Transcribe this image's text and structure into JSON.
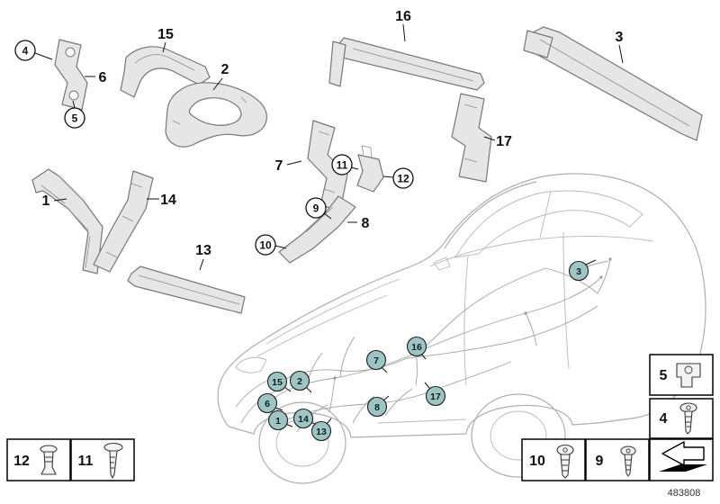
{
  "footer": {
    "diagram_number": "483808"
  },
  "parts": {
    "p1": "1",
    "p2": "2",
    "p3": "3",
    "p6": "6",
    "p7": "7",
    "p8": "8",
    "p13": "13",
    "p14": "14",
    "p15": "15",
    "p16": "16",
    "p17": "17"
  },
  "circled": {
    "c4": "4",
    "c5": "5",
    "c9": "9",
    "c10": "10",
    "c11": "11",
    "c12": "12"
  },
  "car": {
    "k1": "1",
    "k2": "2",
    "k3": "3",
    "k6": "6",
    "k7": "7",
    "k8": "8",
    "k13": "13",
    "k14": "14",
    "k15": "15",
    "k16": "16",
    "k17": "17"
  },
  "legend": {
    "b12": "12",
    "b11": "11",
    "b10": "10",
    "b9": "9",
    "b5": "5",
    "b4": "4"
  },
  "icons": {
    "box12": "expansion-rivet",
    "box11": "self-tapping-screw",
    "box10": "torx-screw",
    "box9": "torx-screw-small",
    "box5": "clip-nut",
    "box4": "torx-screw",
    "direction": "viewing-direction-arrow"
  },
  "colors": {
    "car_callout_fill": "#9fc4c4",
    "part_fill": "#e6e6e6",
    "line_gray": "#aeaeae"
  }
}
